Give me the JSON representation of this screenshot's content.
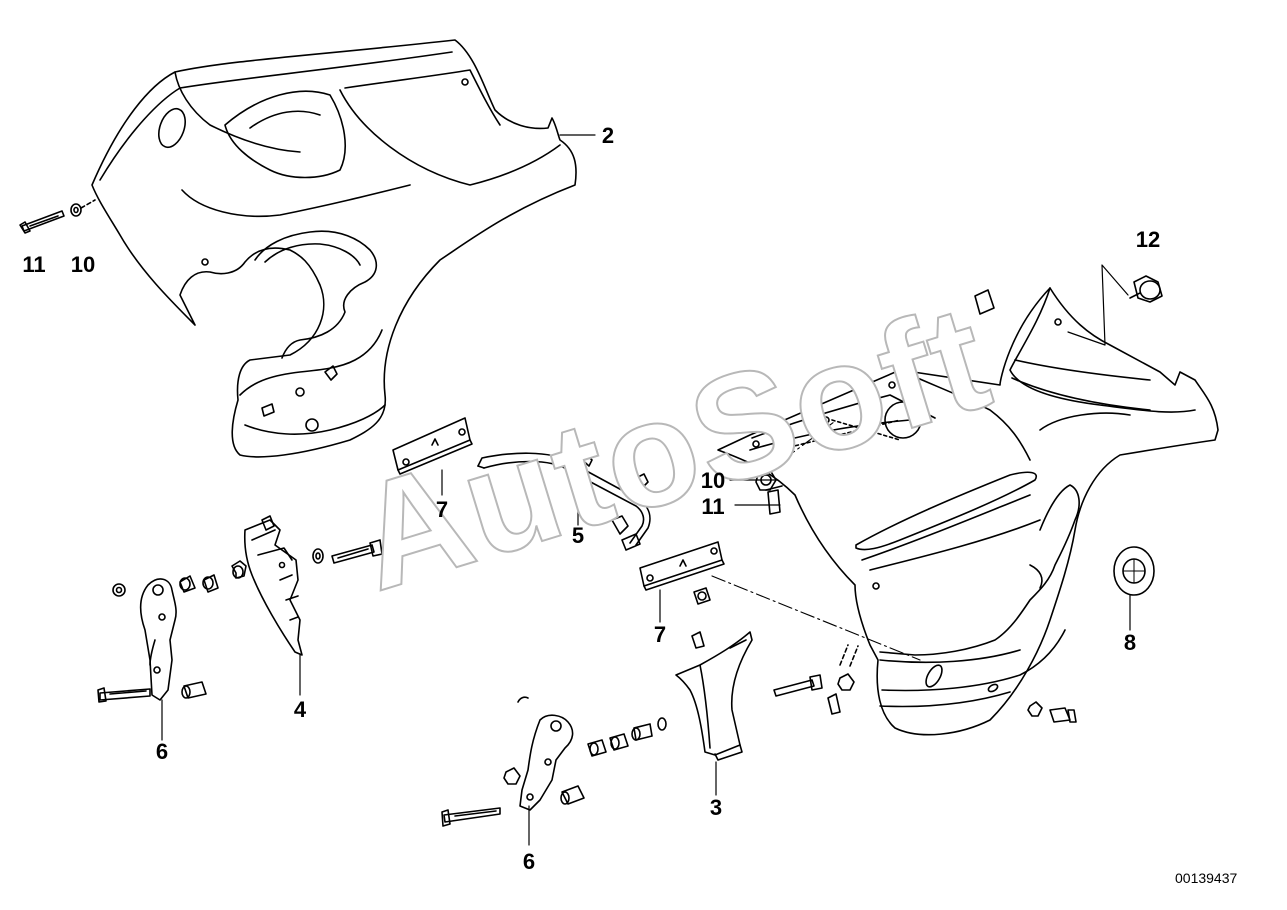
{
  "watermark": "AutoSoft",
  "document_number": "00139437",
  "callouts": {
    "c2": "2",
    "c3": "3",
    "c4": "4",
    "c5": "5",
    "c6a": "6",
    "c6b": "6",
    "c7a": "7",
    "c7b": "7",
    "c8": "8",
    "c10a": "10",
    "c10b": "10",
    "c11a": "11",
    "c11b": "11",
    "c12": "12"
  }
}
